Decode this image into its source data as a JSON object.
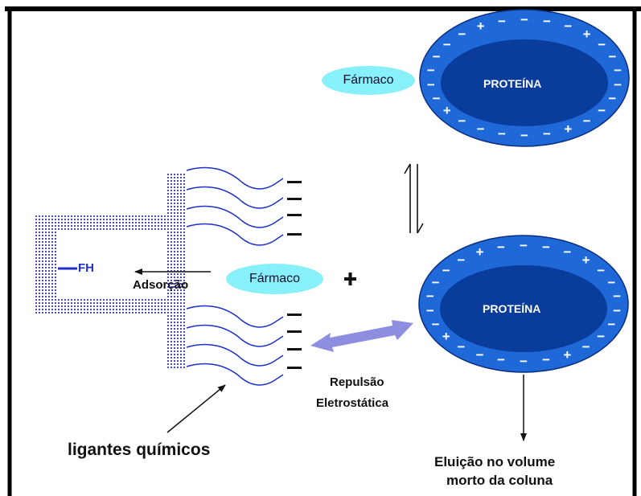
{
  "colors": {
    "protein_outer": "#1e68d8",
    "protein_inner": "#0a3c9c",
    "drug_fill": "#88f0f8",
    "ligand_line": "#2030c8",
    "support_dots": "#4848c0",
    "repulsion_arrow": "#8e8ee0",
    "text": "#101010"
  },
  "top_complex": {
    "drug_label": "Fármaco",
    "protein_label": "PROTEÍNA",
    "charges": [
      "−",
      "−",
      "−",
      "+",
      "−",
      "−",
      "−",
      "−",
      "−",
      "−",
      "−",
      "+",
      "−",
      "−",
      "−",
      "−",
      "−",
      "+",
      "−",
      "−",
      "−",
      "−",
      "−",
      "−",
      "+",
      "−"
    ]
  },
  "bottom_protein": {
    "protein_label": "PROTEÍNA",
    "charges": [
      "−",
      "−",
      "−",
      "+",
      "−",
      "−",
      "−",
      "−",
      "−",
      "−",
      "−",
      "+",
      "−",
      "−",
      "−",
      "−",
      "−",
      "+",
      "−",
      "−",
      "−",
      "−",
      "−",
      "−",
      "+",
      "−"
    ]
  },
  "equilibrium_icon": "equilibrium-arrows-icon",
  "free_drug_label": "Fármaco",
  "plus_sign": "+",
  "stationary_phase": {
    "fh_label": "FH",
    "adsorption_label": "Adsorção",
    "ligand_charge": "−"
  },
  "repulsion_label": {
    "line1": "Repulsão",
    "line2": "Eletrostática"
  },
  "ligands_label": "ligantes químicos",
  "elution_label": {
    "line1": "Eluição no volume",
    "line2": "morto da coluna"
  }
}
